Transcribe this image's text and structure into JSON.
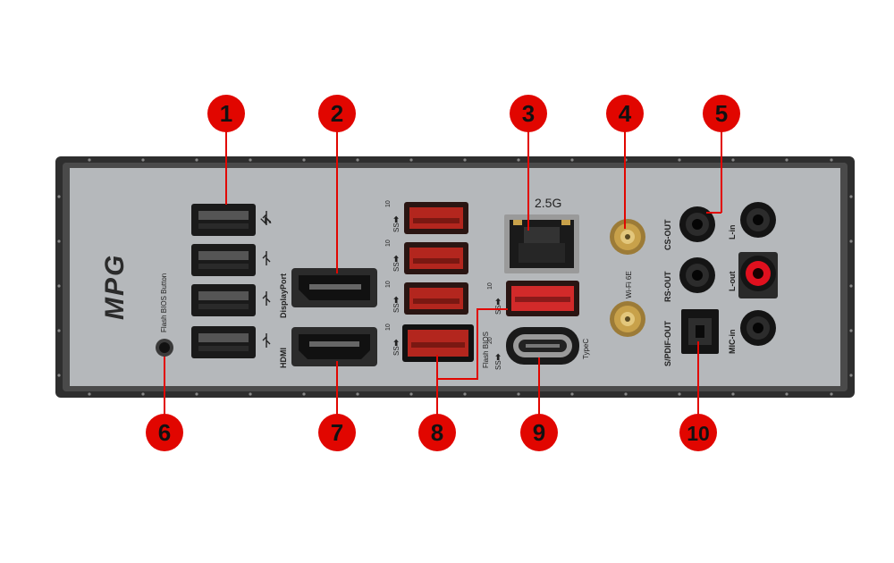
{
  "brand_logo": "MPG",
  "labels": {
    "flash_bios_button": "Flash BIOS Button",
    "displayport": "DisplayPort",
    "hdmi": "HDMI",
    "lan_speed": "2.5G",
    "wifi": "Wi-Fi 6E",
    "typec": "TypeC",
    "flash_bios": "Flash BIOS",
    "cs_out": "CS-OUT",
    "rs_out": "RS-OUT",
    "spdif_out": "S/PDIF-OUT",
    "line_in": "L-in",
    "line_out": "L-out",
    "mic_in": "MIC-in",
    "ss10_a": "10",
    "ss10_b": "10",
    "ss10_c": "10",
    "ss10_d": "10",
    "ss10_e": "10",
    "ss20": "20"
  },
  "callouts": [
    "1",
    "2",
    "3",
    "4",
    "5",
    "6",
    "7",
    "8",
    "9",
    "10"
  ],
  "colors": {
    "callout_red": "#e10600",
    "plate": "#b5b8bb",
    "frame": "#2a2a2a",
    "usb_red": "#b3261e",
    "antenna_gold": "#c8a14a",
    "audio_red": "#e0101e"
  }
}
